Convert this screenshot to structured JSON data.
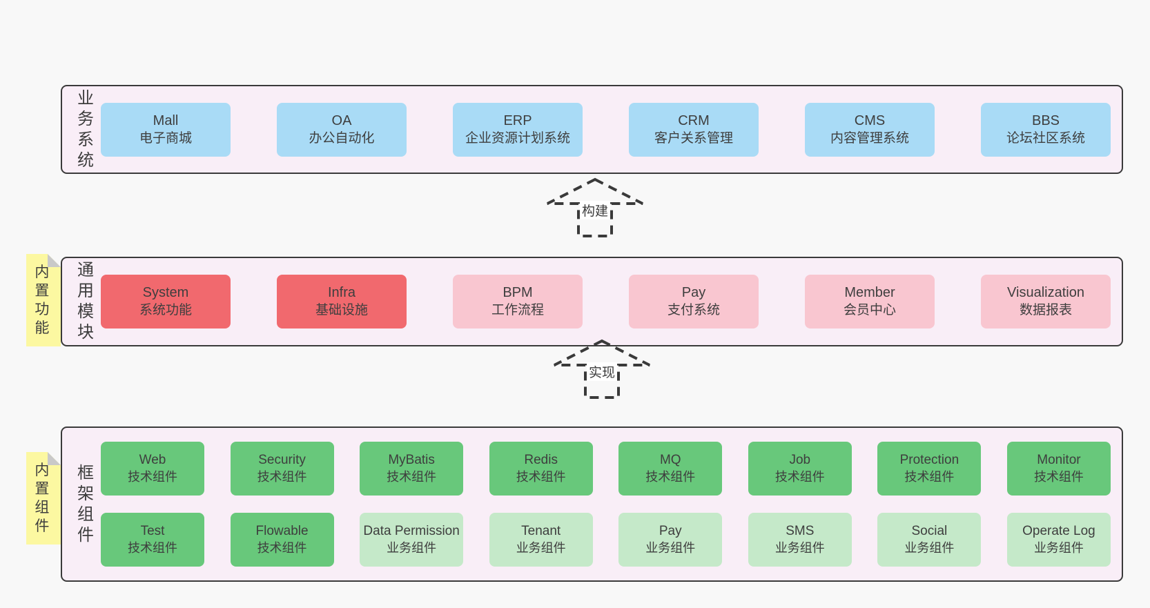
{
  "colors": {
    "page_bg": "#f8f8f8",
    "panel_bg": "#f9eef7",
    "panel_border": "#3a3a3a",
    "box_blue": "#a9dbf6",
    "box_red": "#f1696e",
    "box_pink": "#f9c6d0",
    "box_green": "#68c87b",
    "box_lightgreen": "#c5e9c9",
    "note_yellow": "#fcf8a1",
    "note_fold": "#c9c9c9",
    "text": "#3d3d3d"
  },
  "layers": [
    {
      "id": "business-systems",
      "label": "业务系统",
      "rows": [
        [
          {
            "name": "Mall",
            "desc": "电子商城",
            "variant": "blue"
          },
          {
            "name": "OA",
            "desc": "办公自动化",
            "variant": "blue"
          },
          {
            "name": "ERP",
            "desc": "企业资源计划系统",
            "variant": "blue"
          },
          {
            "name": "CRM",
            "desc": "客户关系管理",
            "variant": "blue"
          },
          {
            "name": "CMS",
            "desc": "内容管理系统",
            "variant": "blue"
          },
          {
            "name": "BBS",
            "desc": "论坛社区系统",
            "variant": "blue"
          }
        ]
      ]
    },
    {
      "id": "common-modules",
      "label": "通用模块",
      "note": "内置功能",
      "rows": [
        [
          {
            "name": "System",
            "desc": "系统功能",
            "variant": "red"
          },
          {
            "name": "Infra",
            "desc": "基础设施",
            "variant": "red"
          },
          {
            "name": "BPM",
            "desc": "工作流程",
            "variant": "pink"
          },
          {
            "name": "Pay",
            "desc": "支付系统",
            "variant": "pink"
          },
          {
            "name": "Member",
            "desc": "会员中心",
            "variant": "pink"
          },
          {
            "name": "Visualization",
            "desc": "数据报表",
            "variant": "pink"
          }
        ]
      ]
    },
    {
      "id": "framework-components",
      "label": "框架组件",
      "note": "内置组件",
      "rows": [
        [
          {
            "name": "Web",
            "desc": "技术组件",
            "variant": "green"
          },
          {
            "name": "Security",
            "desc": "技术组件",
            "variant": "green"
          },
          {
            "name": "MyBatis",
            "desc": "技术组件",
            "variant": "green"
          },
          {
            "name": "Redis",
            "desc": "技术组件",
            "variant": "green"
          },
          {
            "name": "MQ",
            "desc": "技术组件",
            "variant": "green"
          },
          {
            "name": "Job",
            "desc": "技术组件",
            "variant": "green"
          },
          {
            "name": "Protection",
            "desc": "技术组件",
            "variant": "green"
          },
          {
            "name": "Monitor",
            "desc": "技术组件",
            "variant": "green"
          }
        ],
        [
          {
            "name": "Test",
            "desc": "技术组件",
            "variant": "green"
          },
          {
            "name": "Flowable",
            "desc": "技术组件",
            "variant": "green"
          },
          {
            "name": "Data Permission",
            "desc": "业务组件",
            "variant": "lightgreen"
          },
          {
            "name": "Tenant",
            "desc": "业务组件",
            "variant": "lightgreen"
          },
          {
            "name": "Pay",
            "desc": "业务组件",
            "variant": "lightgreen"
          },
          {
            "name": "SMS",
            "desc": "业务组件",
            "variant": "lightgreen"
          },
          {
            "name": "Social",
            "desc": "业务组件",
            "variant": "lightgreen"
          },
          {
            "name": "Operate Log",
            "desc": "业务组件",
            "variant": "lightgreen"
          }
        ]
      ]
    }
  ],
  "arrows": [
    {
      "label": "构建"
    },
    {
      "label": "实现"
    }
  ]
}
